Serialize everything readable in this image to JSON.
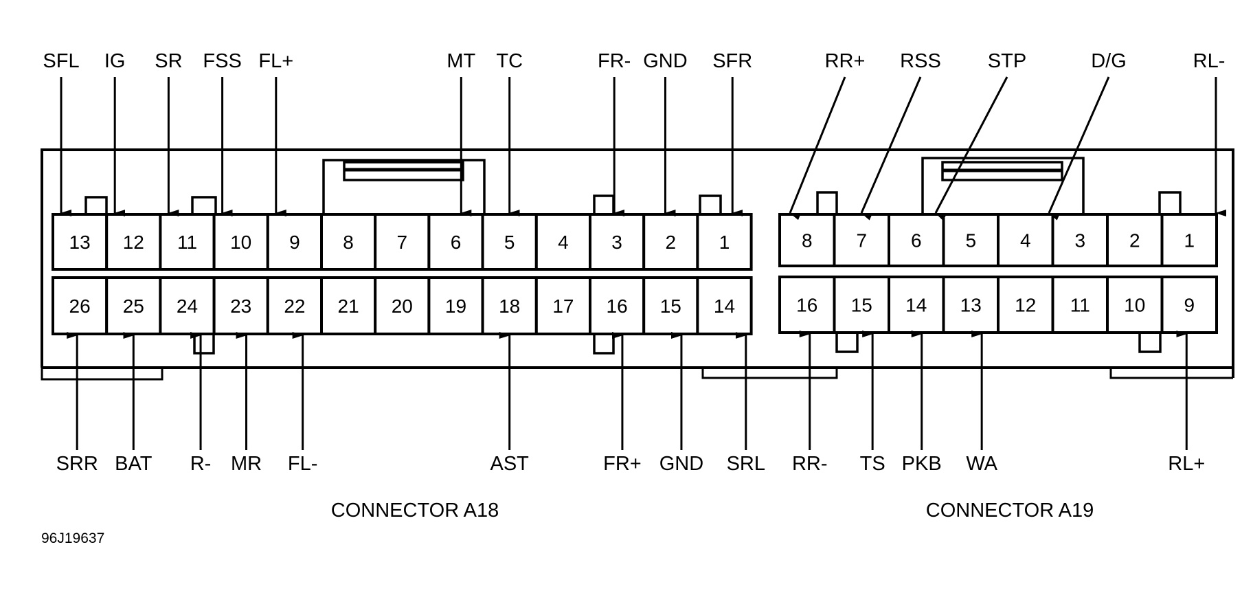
{
  "figure_code": "96J19637",
  "connectors": [
    {
      "id": "A18",
      "title": "CONNECTOR A18",
      "columns": 13,
      "top_row_pins": [
        "13",
        "12",
        "11",
        "10",
        "9",
        "8",
        "7",
        "6",
        "5",
        "4",
        "3",
        "2",
        "1"
      ],
      "bottom_row_pins": [
        "26",
        "25",
        "24",
        "23",
        "22",
        "21",
        "20",
        "19",
        "18",
        "17",
        "16",
        "15",
        "14"
      ],
      "top_labels": [
        {
          "pin": "13",
          "label": "SFL"
        },
        {
          "pin": "12",
          "label": "IG"
        },
        {
          "pin": "11",
          "label": "SR"
        },
        {
          "pin": "10",
          "label": "FSS"
        },
        {
          "pin": "9",
          "label": "FL+"
        },
        {
          "pin": "6",
          "label": "MT"
        },
        {
          "pin": "5",
          "label": "TC"
        },
        {
          "pin": "3",
          "label": "FR-"
        },
        {
          "pin": "2",
          "label": "GND"
        },
        {
          "pin": "1",
          "label": "SFR"
        }
      ],
      "bottom_labels": [
        {
          "pin": "26",
          "label": "SRR"
        },
        {
          "pin": "25",
          "label": "BAT"
        },
        {
          "pin": "24",
          "label": "R-"
        },
        {
          "pin": "23",
          "label": "MR"
        },
        {
          "pin": "22",
          "label": "FL-"
        },
        {
          "pin": "18",
          "label": "AST"
        },
        {
          "pin": "16",
          "label": "FR+"
        },
        {
          "pin": "15",
          "label": "GND"
        },
        {
          "pin": "14",
          "label": "SRL"
        }
      ]
    },
    {
      "id": "A19",
      "title": "CONNECTOR A19",
      "columns": 8,
      "top_row_pins": [
        "8",
        "7",
        "6",
        "5",
        "4",
        "3",
        "2",
        "1"
      ],
      "bottom_row_pins": [
        "16",
        "15",
        "14",
        "13",
        "12",
        "11",
        "10",
        "9"
      ],
      "top_labels": [
        {
          "pin": "8",
          "label": "RR+"
        },
        {
          "pin": "7",
          "label": "RSS"
        },
        {
          "pin": "6",
          "label": "STP"
        },
        {
          "pin": "3",
          "label": "D/G"
        },
        {
          "pin": "1",
          "label": "RL-"
        }
      ],
      "bottom_labels": [
        {
          "pin": "16",
          "label": "RR-"
        },
        {
          "pin": "15",
          "label": "TS"
        },
        {
          "pin": "14",
          "label": "PKB"
        },
        {
          "pin": "13",
          "label": "WA"
        },
        {
          "pin": "9",
          "label": "RL+"
        }
      ]
    }
  ]
}
